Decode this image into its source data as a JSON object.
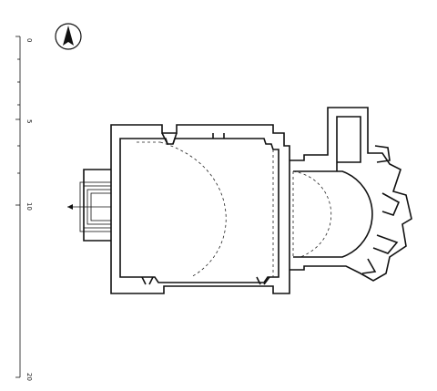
{
  "scale_bar": {
    "labels": [
      "0",
      "5",
      "10",
      "20"
    ]
  },
  "north_arrow": {
    "icon": "north-arrow-icon"
  },
  "colors": {
    "ink": "#111111",
    "paper": "#ffffff"
  }
}
